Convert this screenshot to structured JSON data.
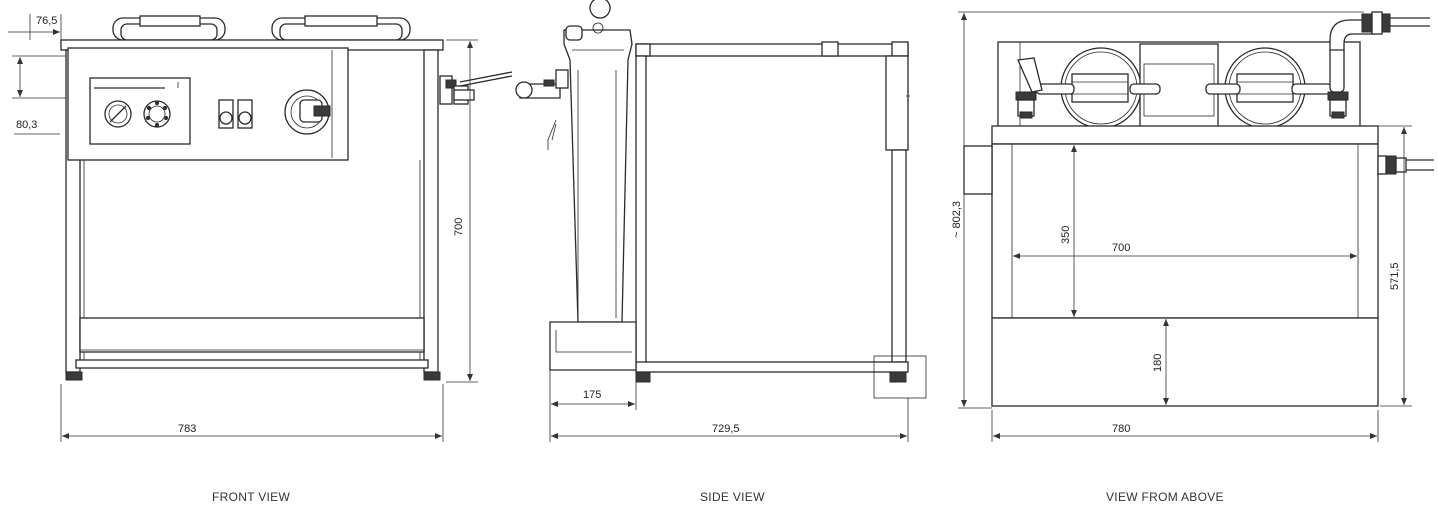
{
  "front_view": {
    "caption": "FRONT VIEW",
    "dimensions": {
      "width": "783",
      "height": "700",
      "offset_top": "76,5",
      "offset_side": "80,3"
    }
  },
  "side_view": {
    "caption": "SIDE VIEW",
    "dimensions": {
      "depth": "729,5",
      "tray": "175"
    }
  },
  "top_view": {
    "caption": "VIEW FROM ABOVE",
    "dimensions": {
      "width": "780",
      "inner_width": "700",
      "inner_depth": "350",
      "lower_depth": "180",
      "depth": "571,5",
      "overall": "~ 802,3"
    }
  }
}
